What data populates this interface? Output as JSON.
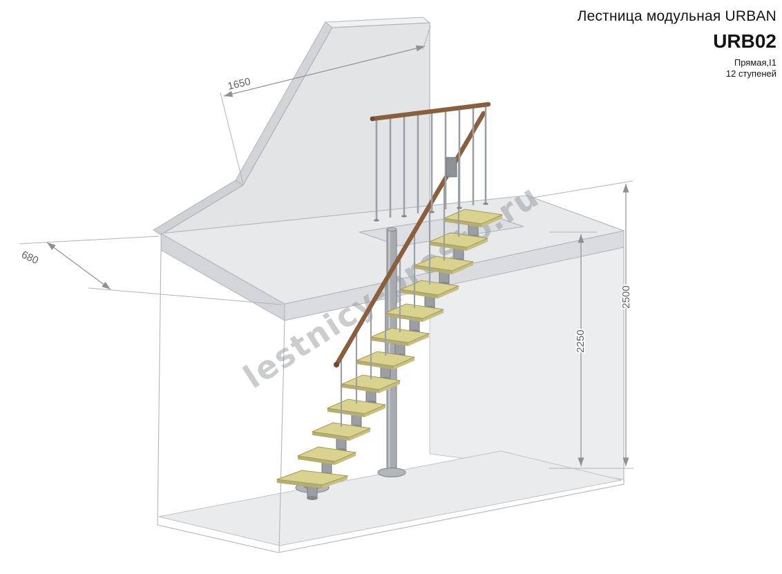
{
  "title": {
    "product": "Лестница модульная URBAN",
    "model": "URB02",
    "type": "Прямая,I1",
    "steps": "12 ступеней"
  },
  "dimensions": {
    "wall_top": "1650",
    "landing_depth": "680",
    "ceiling_height": "2250",
    "floor_to_floor": "2500"
  },
  "watermark": "lestnicy-prosto.ru",
  "drawing": {
    "type": "isometric technical drawing",
    "subject": "modular straight staircase URBAN in a room with upper landing",
    "step_count": 12,
    "colors": {
      "step_tread": "#dad38f",
      "handrail_wood": "#8a5f3e",
      "metal": "#9aa0a5",
      "wall": "#e2e4e6",
      "dimension": "#8d9094"
    }
  }
}
